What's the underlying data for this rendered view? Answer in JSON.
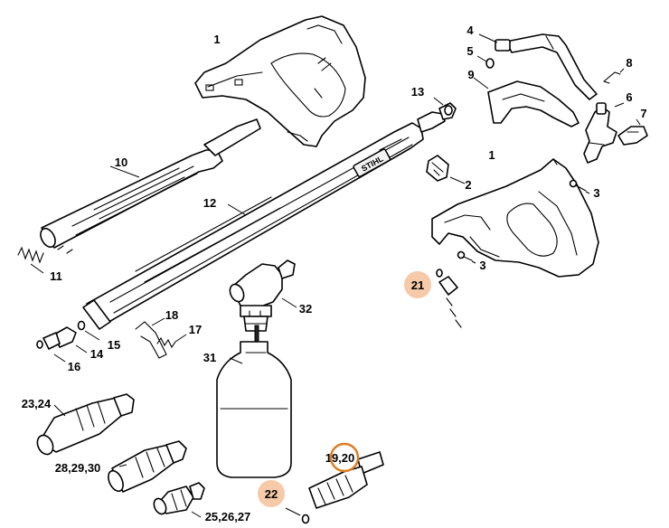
{
  "diagram": {
    "callouts": [
      {
        "id": "c1a",
        "label": "1"
      },
      {
        "id": "c1b",
        "label": "1"
      },
      {
        "id": "c2",
        "label": "2"
      },
      {
        "id": "c3a",
        "label": "3"
      },
      {
        "id": "c3b",
        "label": "3"
      },
      {
        "id": "c4",
        "label": "4"
      },
      {
        "id": "c5",
        "label": "5"
      },
      {
        "id": "c6",
        "label": "6"
      },
      {
        "id": "c7",
        "label": "7"
      },
      {
        "id": "c8",
        "label": "8"
      },
      {
        "id": "c9",
        "label": "9"
      },
      {
        "id": "c10",
        "label": "10"
      },
      {
        "id": "c11",
        "label": "11"
      },
      {
        "id": "c12",
        "label": "12"
      },
      {
        "id": "c13",
        "label": "13"
      },
      {
        "id": "c14",
        "label": "14"
      },
      {
        "id": "c15",
        "label": "15"
      },
      {
        "id": "c16",
        "label": "16"
      },
      {
        "id": "c17",
        "label": "17"
      },
      {
        "id": "c18",
        "label": "18"
      },
      {
        "id": "c19_20",
        "label": "19,20"
      },
      {
        "id": "c21",
        "label": "21"
      },
      {
        "id": "c22",
        "label": "22"
      },
      {
        "id": "c23_24",
        "label": "23,24"
      },
      {
        "id": "c25_27",
        "label": "25,26,27"
      },
      {
        "id": "c28_30",
        "label": "28,29,30"
      },
      {
        "id": "c31",
        "label": "31"
      },
      {
        "id": "c32",
        "label": "32"
      }
    ],
    "lance_brand_text": "STIHL",
    "colors": {
      "line": "#000000",
      "highlight_fill": "#f6c9a8",
      "highlight_ring": "#e07a1f"
    }
  }
}
